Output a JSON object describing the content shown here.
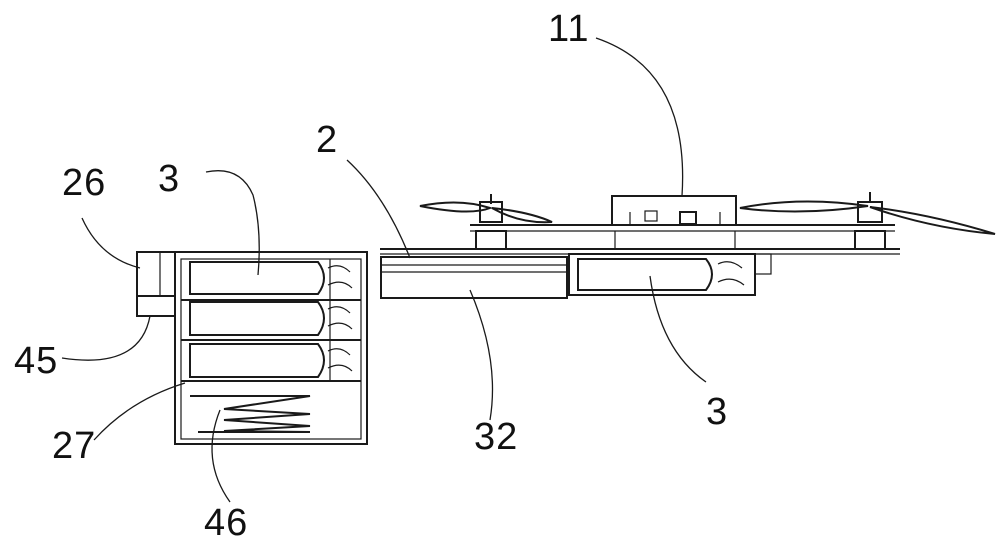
{
  "labels": {
    "l11": "11",
    "l2": "2",
    "l26": "26",
    "l3_top": "3",
    "l45": "45",
    "l27": "27",
    "l46": "46",
    "l32": "32",
    "l3_bottom": "3"
  }
}
